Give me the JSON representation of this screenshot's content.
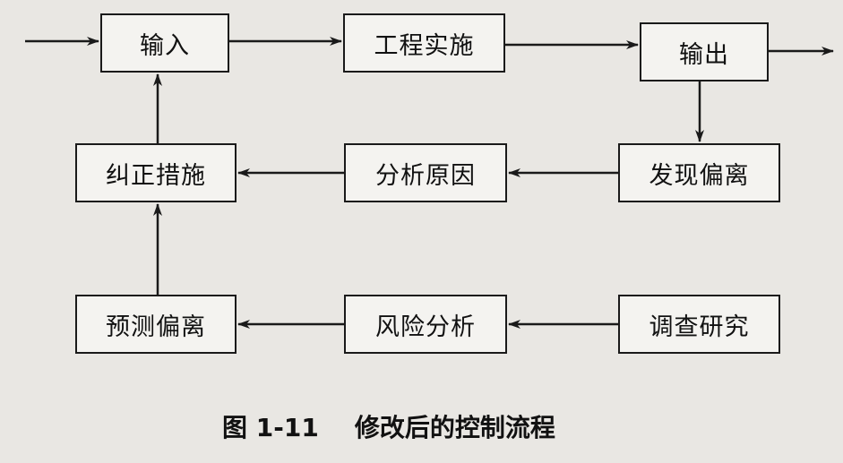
{
  "nodes": {
    "input": "输入",
    "implementation": "工程实施",
    "output": "输出",
    "corrective_measures": "纠正措施",
    "analyze_causes": "分析原因",
    "discover_deviation": "发现偏离",
    "predict_deviation": "预测偏离",
    "risk_analysis": "风险分析",
    "survey_research": "调查研究"
  },
  "caption": {
    "number": "图 1-11",
    "title": "修改后的控制流程"
  }
}
